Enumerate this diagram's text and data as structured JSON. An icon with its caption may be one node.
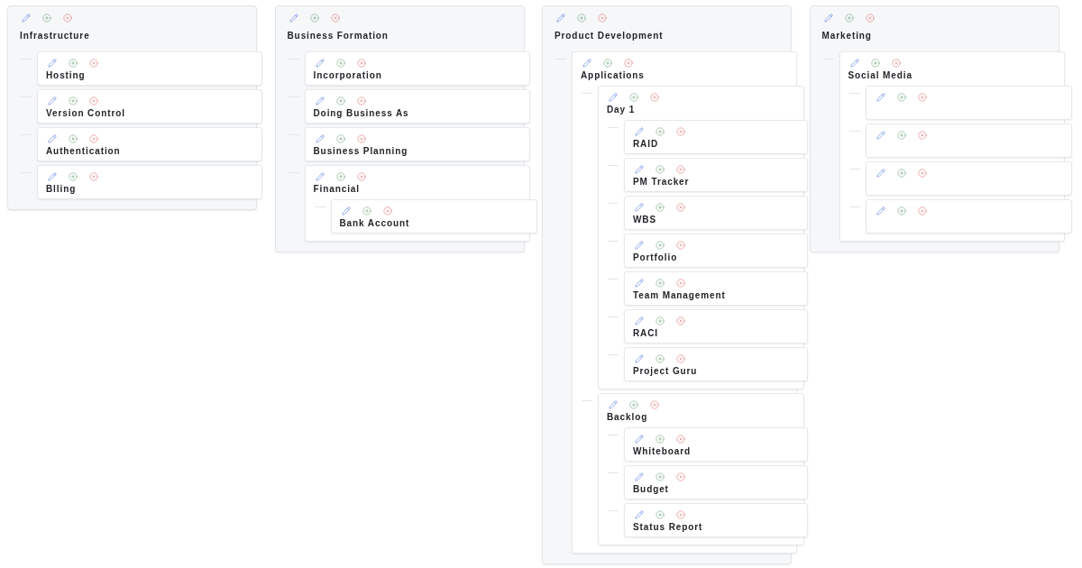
{
  "diagram": {
    "nodes": [
      {
        "text": [
          "Infrastructure"
        ]
      },
      {
        "text": [
          "Hosting"
        ],
        "in": 0
      },
      {
        "text": [
          "Version Control"
        ],
        "in": 0
      },
      {
        "text": [
          "Authentication"
        ],
        "in": 0
      },
      {
        "text": [
          "Blling"
        ],
        "in": 0
      },
      {
        "text": [
          "Business Formation"
        ]
      },
      {
        "text": [
          "Incorporation"
        ],
        "in": 5
      },
      {
        "text": [
          "Doing Business As"
        ],
        "in": 5
      },
      {
        "text": [
          "Business Planning"
        ],
        "in": 5
      },
      {
        "text": [
          "Financial"
        ],
        "in": 5
      },
      {
        "text": [
          "Bank Account"
        ],
        "in": 9
      },
      {
        "text": [
          "Product Development"
        ]
      },
      {
        "text": [
          "Applications"
        ],
        "in": 11
      },
      {
        "text": [
          "Day 1"
        ],
        "in": 12
      },
      {
        "text": [
          "RAID"
        ],
        "in": 13
      },
      {
        "text": [
          "PM Tracker"
        ],
        "in": 13
      },
      {
        "text": [
          "WBS"
        ],
        "in": 13
      },
      {
        "text": [
          "Portfolio"
        ],
        "in": 13
      },
      {
        "text": [
          "Team Management"
        ],
        "in": 13
      },
      {
        "text": [
          "RACI"
        ],
        "in": 13
      },
      {
        "text": [
          "Project Guru"
        ],
        "in": 13
      },
      {
        "text": [
          "Backlog"
        ],
        "in": 12
      },
      {
        "text": [
          "Whiteboard"
        ],
        "in": 21
      },
      {
        "text": [
          "Budget"
        ],
        "in": 21
      },
      {
        "text": [
          "Status Report"
        ],
        "in": 21
      },
      {
        "text": [
          "Marketing"
        ]
      },
      {
        "text": [
          "Social Media"
        ],
        "in": 25
      },
      {
        "text": [],
        "shape": "box",
        "in": 26
      },
      {
        "text": [],
        "shape": "box",
        "in": 26
      },
      {
        "text": [],
        "shape": "box",
        "in": 26
      },
      {
        "text": [],
        "shape": "box",
        "in": 26
      }
    ]
  }
}
